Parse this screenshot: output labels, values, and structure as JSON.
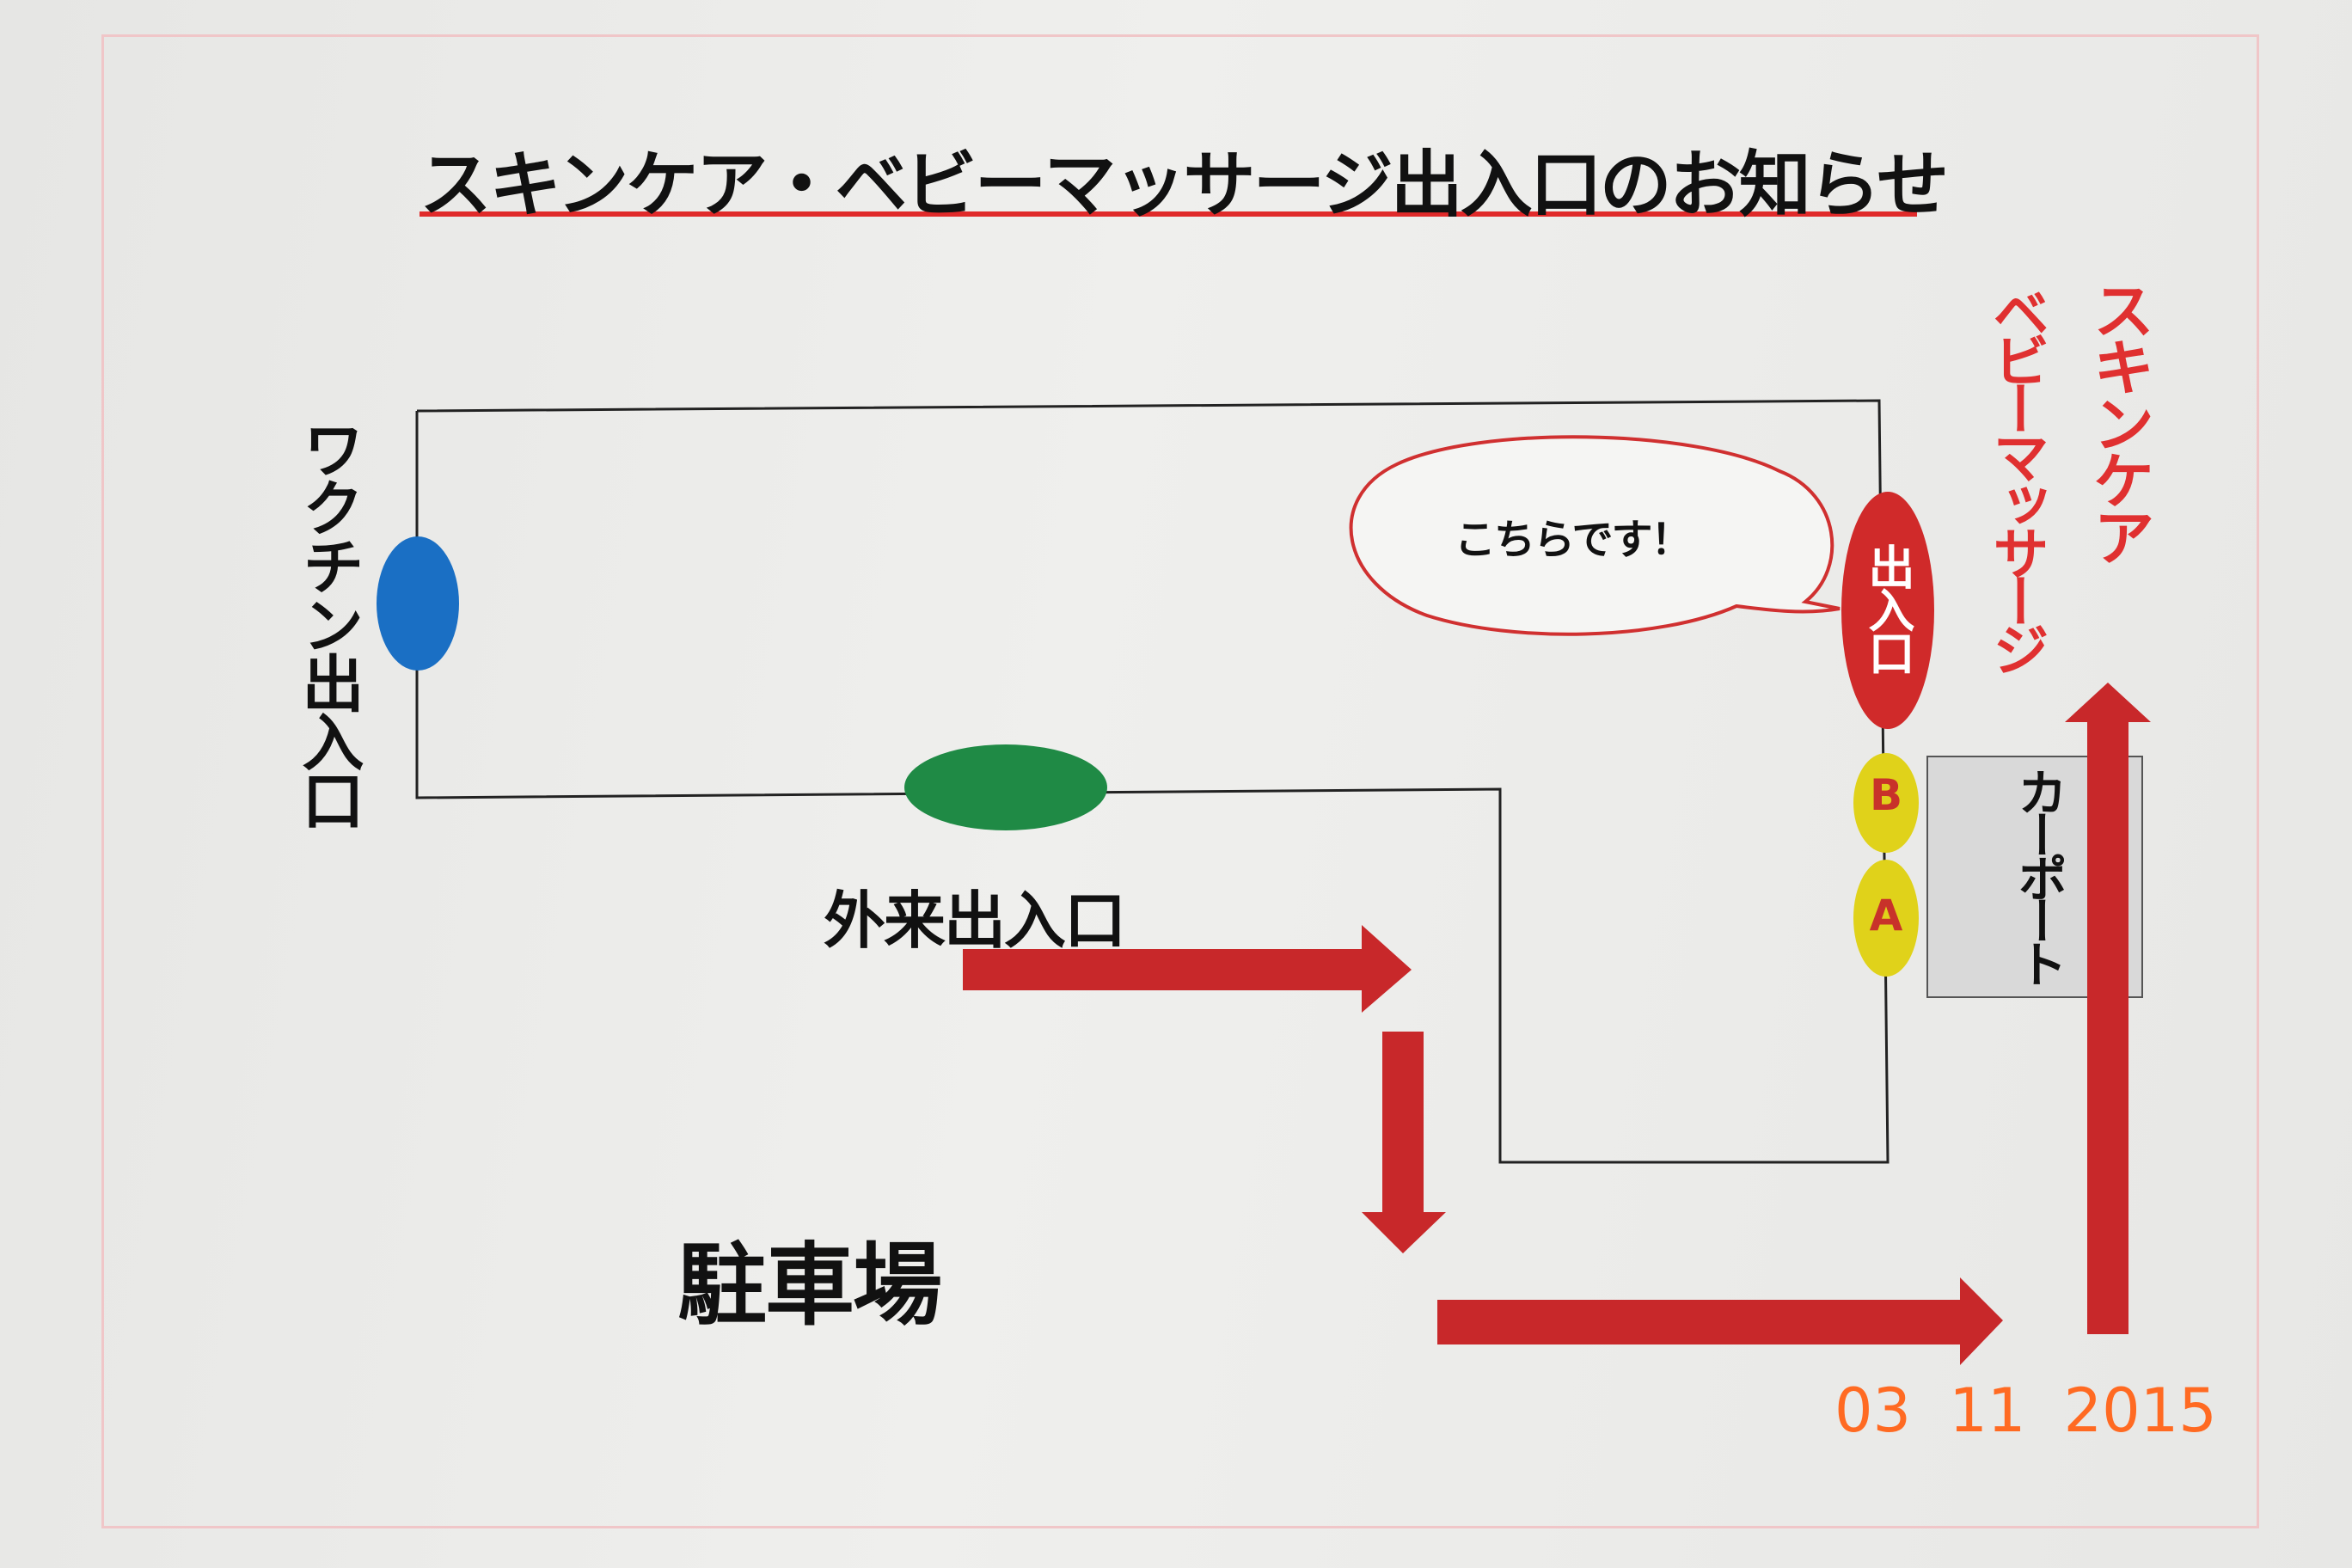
{
  "title": "スキンケア・ベビーマッサージ出入口のお知らせ",
  "labels": {
    "vaccine_entrance": "ワクチン出入口",
    "outpatient_entrance": "外来出入口",
    "parking": "駐車場",
    "speech": "こちらです！",
    "exit": "出入口",
    "door_b": "B",
    "door_a": "A",
    "carport": "カーポート",
    "destination_line1": "スキンケア",
    "destination_line2": "ベビーマッサージ"
  },
  "date_stamp": "03 11 2015",
  "colors": {
    "arrow_red": "#c8282a",
    "vaccine_blue": "#1a6fc4",
    "outpatient_green": "#1f8a45",
    "exit_red": "#d02a2a",
    "door_yellow": "#e0d21a",
    "title_underline": "#e02a2a",
    "date_orange": "#ff6a22"
  }
}
